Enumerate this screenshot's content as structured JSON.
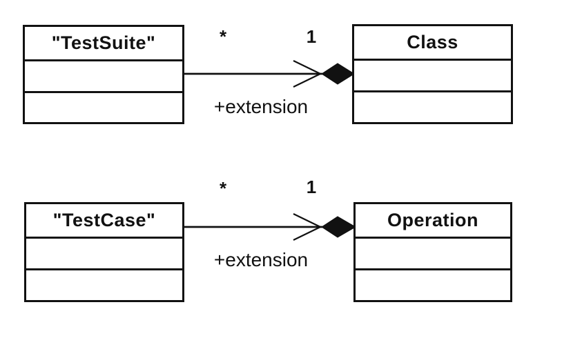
{
  "diagram": {
    "kind": "uml-class-diagram",
    "background_color": "#ffffff",
    "line_color": "#111111",
    "diamond_fill_color": "#111111",
    "classes": [
      {
        "name": "\"TestSuite\"",
        "compartments": [
          "name",
          "attributes",
          "operations"
        ]
      },
      {
        "name": "Class",
        "compartments": [
          "name",
          "attributes",
          "operations"
        ]
      },
      {
        "name": "\"TestCase\"",
        "compartments": [
          "name",
          "attributes",
          "operations"
        ]
      },
      {
        "name": "Operation",
        "compartments": [
          "name",
          "attributes",
          "operations"
        ]
      }
    ],
    "relationships": [
      {
        "source": "\"TestSuite\"",
        "target": "Class",
        "type": "composition",
        "navigability": "toward-target",
        "source_multiplicity": "*",
        "target_multiplicity": "1",
        "label": "+extension"
      },
      {
        "source": "\"TestCase\"",
        "target": "Operation",
        "type": "composition",
        "navigability": "toward-target",
        "source_multiplicity": "*",
        "target_multiplicity": "1",
        "label": "+extension"
      }
    ]
  }
}
